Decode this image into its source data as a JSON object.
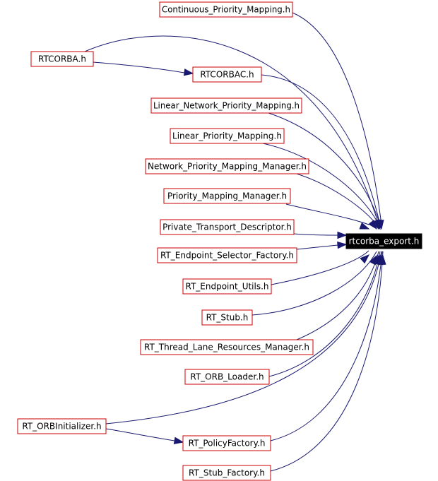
{
  "graph": {
    "colors": {
      "node_border": "#cc0000",
      "edge": "#191970",
      "target_fill": "#000000",
      "target_text": "#ffffff"
    },
    "target": {
      "id": "target",
      "label": "rtcorba_export.h"
    },
    "nodes": [
      {
        "id": "continuous_priority_mapping",
        "label": "Continuous_Priority_Mapping.h"
      },
      {
        "id": "rtcorba",
        "label": "RTCORBA.h"
      },
      {
        "id": "rtcorbac",
        "label": "RTCORBAC.h"
      },
      {
        "id": "linear_network_priority_mapping",
        "label": "Linear_Network_Priority_Mapping.h"
      },
      {
        "id": "linear_priority_mapping",
        "label": "Linear_Priority_Mapping.h"
      },
      {
        "id": "network_priority_mapping_manager",
        "label": "Network_Priority_Mapping_Manager.h"
      },
      {
        "id": "priority_mapping_manager",
        "label": "Priority_Mapping_Manager.h"
      },
      {
        "id": "private_transport_descriptor",
        "label": "Private_Transport_Descriptor.h"
      },
      {
        "id": "rt_endpoint_selector_factory",
        "label": "RT_Endpoint_Selector_Factory.h"
      },
      {
        "id": "rt_endpoint_utils",
        "label": "RT_Endpoint_Utils.h"
      },
      {
        "id": "rt_stub",
        "label": "RT_Stub.h"
      },
      {
        "id": "rt_thread_lane_resources_manager",
        "label": "RT_Thread_Lane_Resources_Manager.h"
      },
      {
        "id": "rt_orb_loader",
        "label": "RT_ORB_Loader.h"
      },
      {
        "id": "rt_orbinitializer",
        "label": "RT_ORBInitializer.h"
      },
      {
        "id": "rt_policyfactory",
        "label": "RT_PolicyFactory.h"
      },
      {
        "id": "rt_stub_factory",
        "label": "RT_Stub_Factory.h"
      }
    ],
    "edges": [
      {
        "from": "continuous_priority_mapping",
        "to": "target"
      },
      {
        "from": "rtcorba",
        "to": "target"
      },
      {
        "from": "rtcorba",
        "to": "rtcorbac"
      },
      {
        "from": "rtcorbac",
        "to": "target"
      },
      {
        "from": "linear_network_priority_mapping",
        "to": "target"
      },
      {
        "from": "linear_priority_mapping",
        "to": "target"
      },
      {
        "from": "network_priority_mapping_manager",
        "to": "target"
      },
      {
        "from": "priority_mapping_manager",
        "to": "target"
      },
      {
        "from": "private_transport_descriptor",
        "to": "target"
      },
      {
        "from": "rt_endpoint_selector_factory",
        "to": "target"
      },
      {
        "from": "rt_endpoint_utils",
        "to": "target"
      },
      {
        "from": "rt_stub",
        "to": "target"
      },
      {
        "from": "rt_thread_lane_resources_manager",
        "to": "target"
      },
      {
        "from": "rt_orb_loader",
        "to": "target"
      },
      {
        "from": "rt_orbinitializer",
        "to": "target"
      },
      {
        "from": "rt_orbinitializer",
        "to": "rt_policyfactory"
      },
      {
        "from": "rt_policyfactory",
        "to": "target"
      },
      {
        "from": "rt_stub_factory",
        "to": "target"
      }
    ]
  }
}
